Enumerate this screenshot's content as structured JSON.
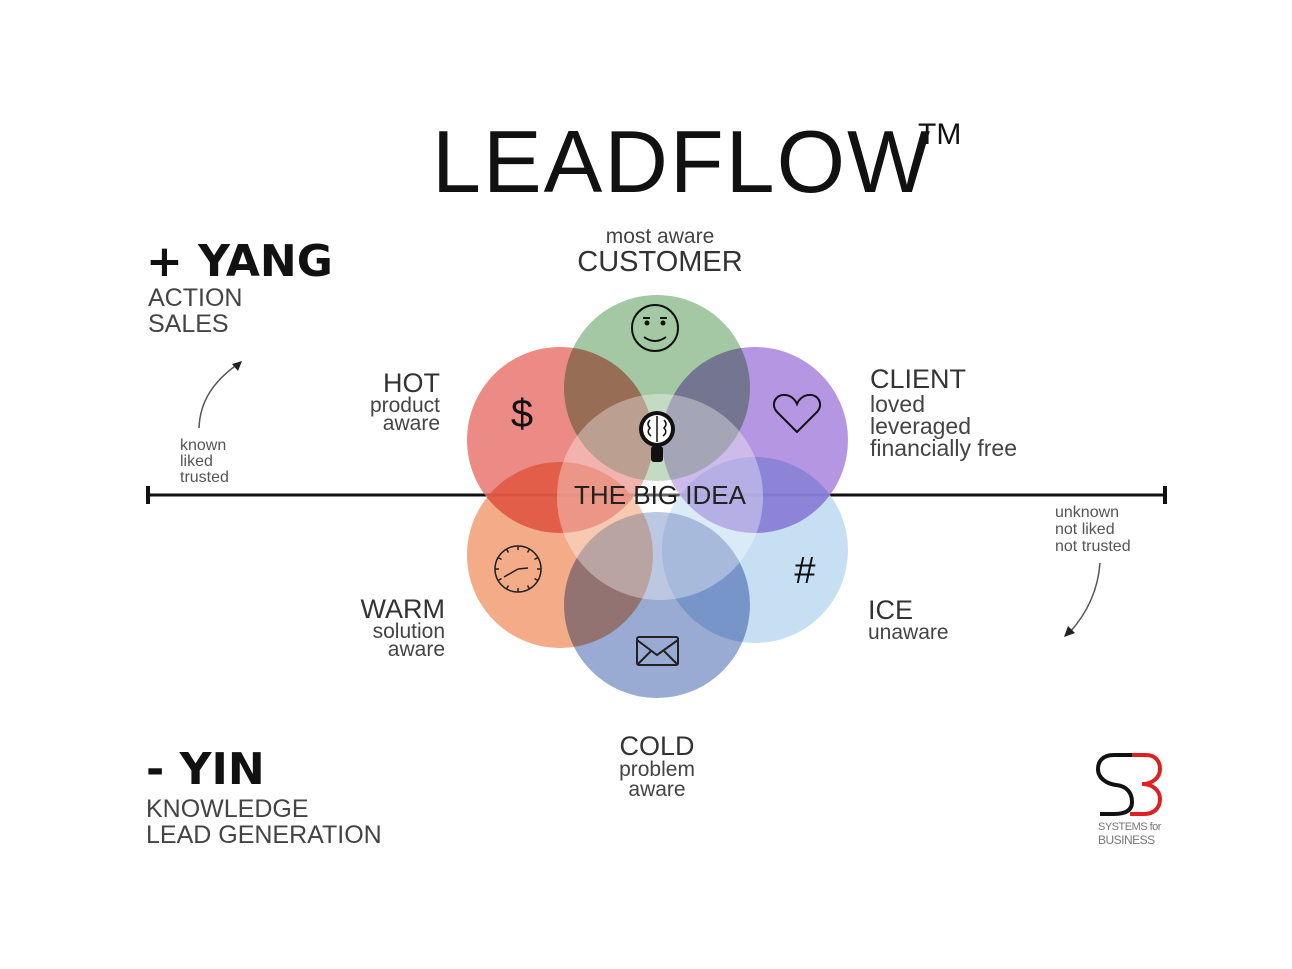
{
  "title": "LEADFLOW",
  "trademark": "TM",
  "yang": {
    "heading": "+ YANG",
    "lines": [
      "ACTION",
      "SALES"
    ],
    "arrow_note": [
      "known",
      "liked",
      "trusted"
    ]
  },
  "yin": {
    "heading": "- YIN",
    "lines": [
      "KNOWLEDGE",
      "LEAD GENERATION"
    ],
    "arrow_note": [
      "unknown",
      "not liked",
      "not trusted"
    ]
  },
  "center": {
    "label": "THE BIG IDEA",
    "icon": "brain-lightbulb-icon"
  },
  "stages": [
    {
      "id": "customer",
      "head": "CUSTOMER",
      "sub": [
        "most aware"
      ],
      "icon": "smiley-icon",
      "color": "#8fbc8f"
    },
    {
      "id": "hot",
      "head": "HOT",
      "sub": [
        "product",
        "aware"
      ],
      "icon": "dollar-icon",
      "color": "#e8706a"
    },
    {
      "id": "client",
      "head": "CLIENT",
      "sub": [
        "loved",
        "leveraged",
        "financially free"
      ],
      "icon": "heart-icon",
      "color": "#a57fdc"
    },
    {
      "id": "warm",
      "head": "WARM",
      "sub": [
        "solution",
        "aware"
      ],
      "icon": "clock-icon",
      "color": "#f29a6e"
    },
    {
      "id": "ice",
      "head": "ICE",
      "sub": [
        "unaware"
      ],
      "icon": "hashtag-icon",
      "color": "#b9d8f0"
    },
    {
      "id": "cold",
      "head": "COLD",
      "sub": [
        "problem",
        "aware"
      ],
      "icon": "envelope-icon",
      "color": "#8397c9"
    }
  ],
  "center_color": "#e6d6d6",
  "logo": {
    "mark": "SB",
    "line1": "SYSTEMS for",
    "line2": "BUSINESS",
    "colors": {
      "black": "#111111",
      "red": "#e02020"
    }
  }
}
